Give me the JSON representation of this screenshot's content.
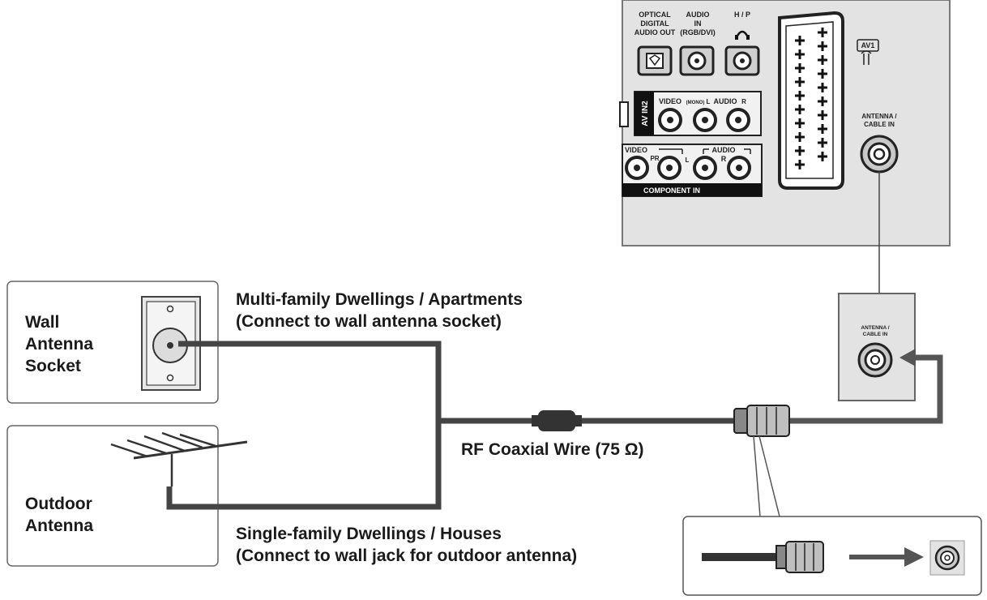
{
  "tv_panel": {
    "optical_digital_audio_out": [
      "OPTICAL",
      "DIGITAL",
      "AUDIO OUT"
    ],
    "audio_in_rgb_dvi": [
      "AUDIO",
      "IN",
      "(RGB/DVI)"
    ],
    "hp": "H / P",
    "av_in2": "AV IN2",
    "video": "VIDEO",
    "mono": "(MONO)",
    "l": "L",
    "audio": "AUDIO",
    "r": "R",
    "component_video": "VIDEO",
    "pr": "PR",
    "component_audio": "AUDIO",
    "component_in": "COMPONENT IN",
    "av1": "AV1",
    "antenna_cable_in": [
      "ANTENNA /",
      "CABLE IN"
    ]
  },
  "wall_jack": {
    "antenna_cable_in": [
      "ANTENNA /",
      "CABLE IN"
    ]
  },
  "wall_antenna_box": {
    "label": [
      "Wall",
      "Antenna",
      "Socket"
    ]
  },
  "outdoor_antenna_box": {
    "label": [
      "Outdoor",
      "Antenna"
    ]
  },
  "captions": {
    "multi_family": [
      "Multi-family Dwellings / Apartments",
      "(Connect to wall antenna socket)"
    ],
    "coax": "RF Coaxial Wire (75 Ω)",
    "single_family": [
      "Single-family Dwellings / Houses",
      "(Connect to wall jack for outdoor antenna)"
    ]
  }
}
